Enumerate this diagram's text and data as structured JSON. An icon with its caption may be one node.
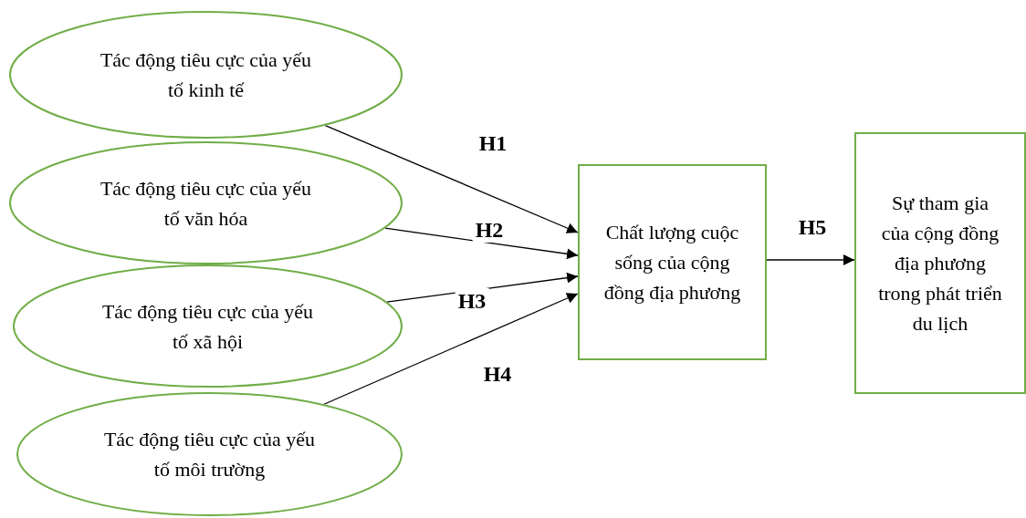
{
  "diagram": {
    "nodes": [
      {
        "text": [
          "Tác động tiêu cực của yếu tố kinh tế"
        ]
      },
      {
        "text": [
          "Tác động tiêu cực của yếu tố văn hóa"
        ]
      },
      {
        "text": [
          "Tác động tiêu cực của yếu tố xã hội"
        ]
      },
      {
        "text": [
          "Tác động tiêu cực của yếu tố môi trường"
        ]
      },
      {
        "text": [
          "Chất lượng cuộc sống của cộng đồng địa phương"
        ]
      },
      {
        "text": [
          "Sự tham gia của cộng đồng địa phương trong phát triển du lịch"
        ]
      }
    ],
    "edges": [
      {
        "from": 0,
        "to": 4,
        "arrow": "to",
        "label": "H1"
      },
      {
        "from": 1,
        "to": 4,
        "arrow": "to",
        "label": "H2"
      },
      {
        "from": 2,
        "to": 4,
        "arrow": "to",
        "label": "H3"
      },
      {
        "from": 3,
        "to": 4,
        "arrow": "to",
        "label": "H4"
      },
      {
        "from": 4,
        "to": 5,
        "arrow": "to",
        "label": "H5"
      }
    ]
  }
}
